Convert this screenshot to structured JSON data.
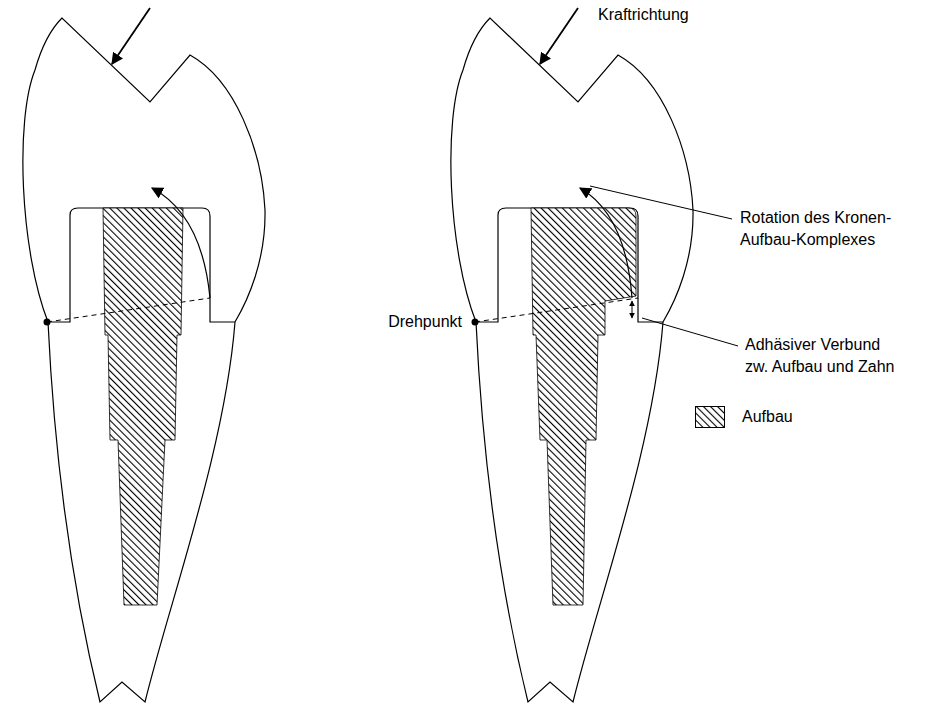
{
  "diagram": {
    "labels": [
      "Kraftrichtung",
      "Rotation des Kronen- Aufbau-Komplexes",
      "Drehpunkt",
      "Adhäsiver Verbund zw. Aufbau und Zahn"
    ],
    "legend": [
      {
        "text": "Aufbau"
      }
    ]
  }
}
